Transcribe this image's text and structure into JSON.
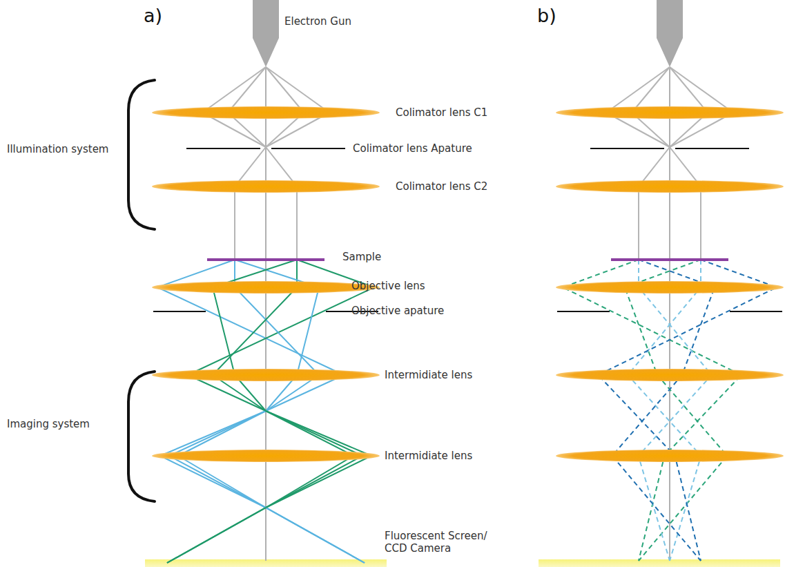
{
  "diagram": {
    "labels": [
      "a)",
      "b)",
      "Electron Gun",
      "Colimator lens C1",
      "Illumination system",
      "Colimator lens Apature",
      "Colimator lens C2",
      "Sample",
      "Objective lens",
      "Objective apature",
      "Intermidiate lens",
      "Imaging system",
      "Intermidiate lens",
      "Fluorescent Screen/ CCD Camera"
    ]
  }
}
